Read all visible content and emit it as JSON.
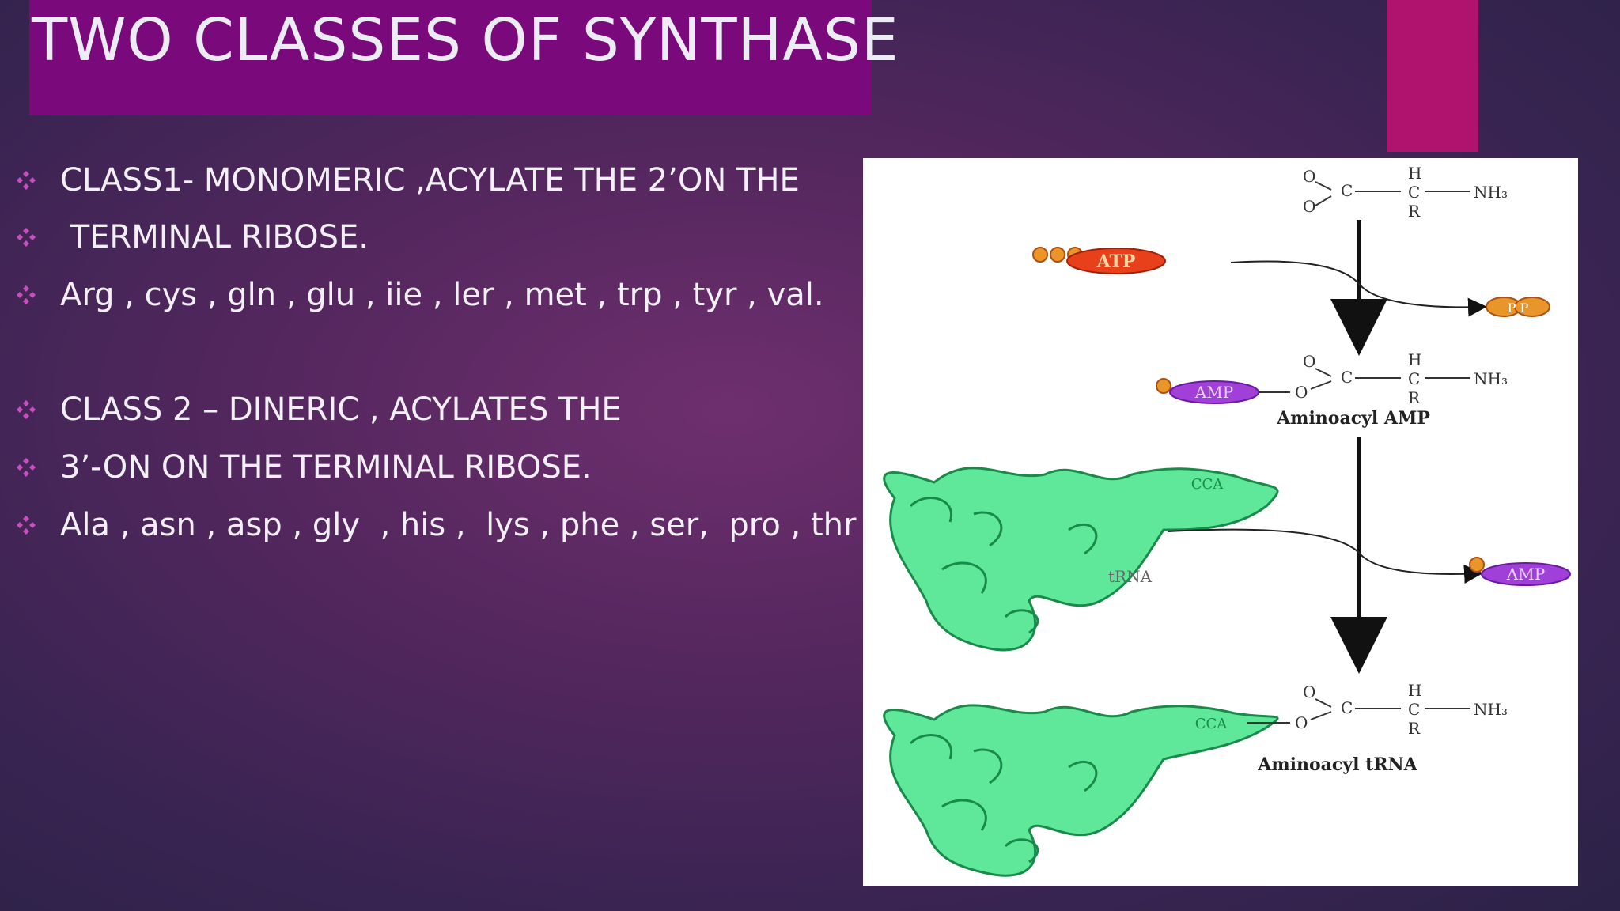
{
  "slide": {
    "title": "TWO CLASSES OF SYNTHASE",
    "bullets": [
      "CLASS1- MONOMERIC ,ACYLATE THE 2’ON THE",
      " TERMINAL RIBOSE.",
      "Arg , cys , gln , glu , iie , ler , met , trp , tyr , val.",
      "CLASS 2 – DINERIC , ACYLATES THE",
      "3’-ON ON THE TERMINAL RIBOSE.",
      "Ala , asn , asp , gly  , his ,  lys , phe , ser,  pro , thr ."
    ],
    "bullet_icon": "four-diamond-bullet-icon"
  },
  "figure": {
    "atp_label": "ATP",
    "ppi_label": "P P",
    "amp_label": "AMP",
    "amp_released_label": "AMP",
    "aminoacyl_amp_caption": "Aminoacyl AMP",
    "trna_label": "tRNA",
    "cca_label": "CCA",
    "cca_label_2": "CCA",
    "aminoacyl_trna_caption": "Aminoacyl tRNA",
    "group_nh3": "NH₃",
    "group_h": "H",
    "group_c": "C",
    "group_r": "R",
    "group_o": "O",
    "colors": {
      "trna": "#5fe89a",
      "atp": "#e8401a",
      "amp": "#a040d8",
      "phosphate": "#e8962a"
    }
  },
  "colors": {
    "title_bar": "#7a0a7c",
    "accent_tab": "#b0136e",
    "bullet_mark": "#c84fc0"
  }
}
